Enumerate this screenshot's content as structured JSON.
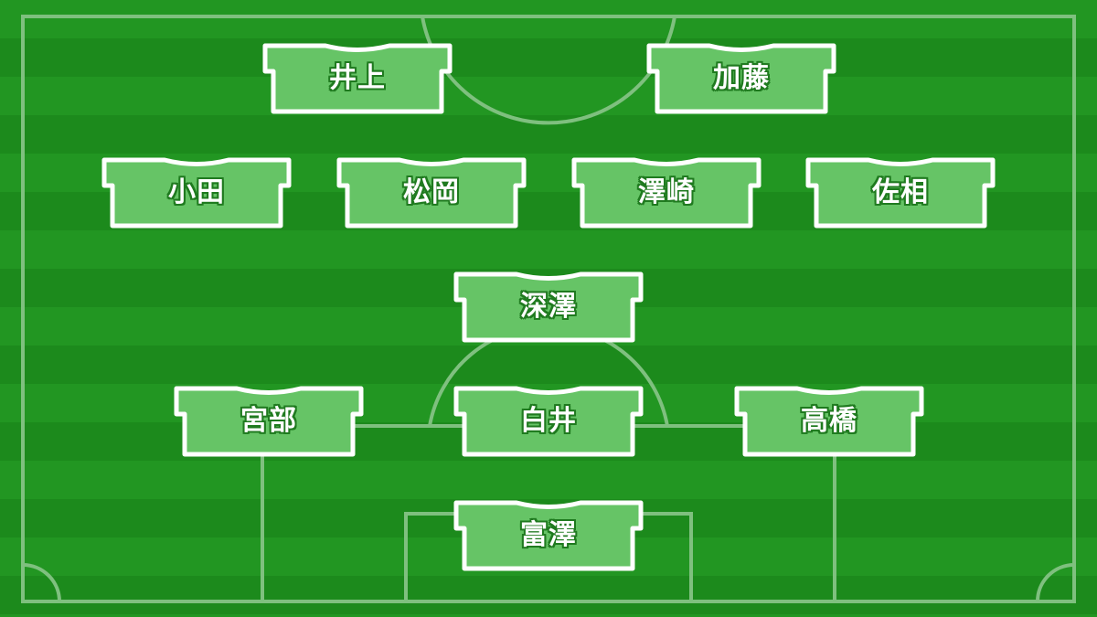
{
  "colors": {
    "pitch_light": "#229622",
    "pitch_dark": "#1c8a1c",
    "line": "#7fc07f",
    "shirt_fill": "#66c466",
    "shirt_outline": "#ffffff",
    "name_outline": "#1f7a1f"
  },
  "players": [
    {
      "name": "井上",
      "role": "forward"
    },
    {
      "name": "加藤",
      "role": "forward"
    },
    {
      "name": "小田",
      "role": "midfielder"
    },
    {
      "name": "松岡",
      "role": "midfielder"
    },
    {
      "name": "澤崎",
      "role": "midfielder"
    },
    {
      "name": "佐相",
      "role": "midfielder"
    },
    {
      "name": "深澤",
      "role": "defensive-midfielder"
    },
    {
      "name": "宮部",
      "role": "defender"
    },
    {
      "name": "白井",
      "role": "defender"
    },
    {
      "name": "高橋",
      "role": "defender"
    },
    {
      "name": "富澤",
      "role": "goalkeeper"
    }
  ]
}
